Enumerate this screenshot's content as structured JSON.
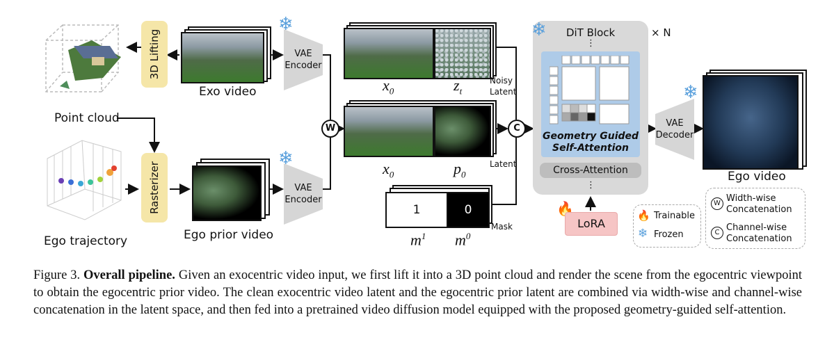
{
  "labels": {
    "point_cloud": "Point cloud",
    "lifting": "3D Lifting",
    "exo_video": "Exo video",
    "vae_encoder_1": "VAE\nEncoder",
    "vae_encoder_2": "VAE\nEncoder",
    "ego_trajectory": "Ego trajectory",
    "rasterizer": "Rasterizer",
    "ego_prior_video": "Ego prior video",
    "w_symbol": "W",
    "c_symbol": "C",
    "noisy_latent": "Noisy\nLatent",
    "latent": "Latent",
    "mask": "Mask",
    "mask_one": "1",
    "mask_zero": "0",
    "dit_block": "DiT Block",
    "times_n": "× N",
    "dots": "⋮",
    "gga": "Geometry Guided\nSelf-Attention",
    "cross_attention": "Cross-Attention",
    "lora": "LoRA",
    "vae_decoder": "VAE\nDecoder",
    "ego_video": "Ego video"
  },
  "math": {
    "x0_top": "x",
    "x0_top_sub": "0",
    "zt": "z",
    "zt_sub": "t",
    "x0_mid": "x",
    "x0_mid_sub": "0",
    "p0": "p",
    "p0_sub": "0",
    "m1": "m",
    "m1_sup": "1",
    "m0": "m",
    "m0_sup": "0"
  },
  "legend": {
    "trainable": "Trainable",
    "frozen": "Frozen",
    "w_symbol": "W",
    "c_symbol": "C",
    "width_wise": "Width-wise\nConcatenation",
    "channel_wise": "Channel-wise\nConcatenation"
  },
  "icons": {
    "snowflake": "snowflake-icon",
    "fire": "fire-icon"
  },
  "colors": {
    "tan_box": "#f5e6a8",
    "dit_gray": "#d9d9d9",
    "attention_blue": "#aecbe8",
    "lora_pink": "#f6c5c5",
    "snowflake_blue": "#5aa0dc",
    "fire_orange": "#e8531f"
  },
  "caption": {
    "prefix": "Figure 3.",
    "bold": "Overall pipeline.",
    "text": "Given an exocentric video input, we first lift it into a 3D point cloud and render the scene from the egocentric viewpoint to obtain the egocentric prior video. The clean exocentric video latent and the egocentric prior latent are combined via width-wise and channel-wise concatenation in the latent space, and then fed into a pretrained video diffusion model equipped with the proposed geometry-guided self-attention."
  }
}
